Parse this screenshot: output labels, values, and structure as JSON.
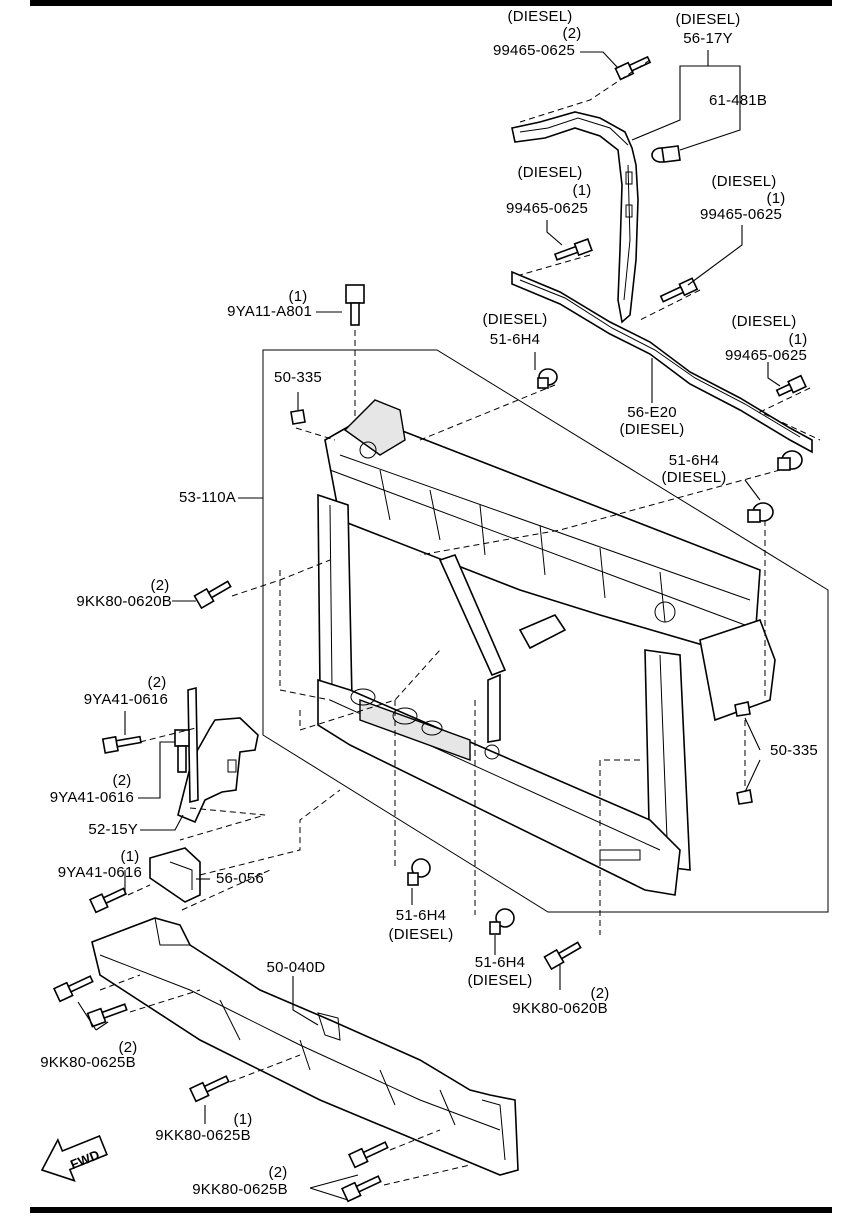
{
  "diagram": {
    "labels": {
      "diesel_2_top": "(DIESEL)",
      "qty2_top": "(2)",
      "pn_99465_top": "99465-0625",
      "diesel_5617": "(DIESEL)",
      "pn_5617y": "56-17Y",
      "pn_61481b": "61-481B",
      "diesel_mid_left": "(DIESEL)",
      "qty1_mid_left": "(1)",
      "pn_99465_mid_left": "99465-0625",
      "diesel_mid_right": "(DIESEL)",
      "qty1_mid_right": "(1)",
      "pn_99465_mid_right": "99465-0625",
      "qty1_9ya11": "(1)",
      "pn_9ya11": "9YA11-A801",
      "diesel_516h4_top": "(DIESEL)",
      "pn_516h4_top": "51-6H4",
      "diesel_right_bolt": "(DIESEL)",
      "qty1_right_bolt": "(1)",
      "pn_99465_right_bolt": "99465-0625",
      "pn_50335_left": "50-335",
      "pn_56e20": "56-E20",
      "diesel_56e20": "(DIESEL)",
      "pn_516h4_right": "51-6H4",
      "diesel_516h4_right": "(DIESEL)",
      "pn_53110a": "53-110A",
      "qty2_9kk80_left": "(2)",
      "pn_9kk80_0620b_left": "9KK80-0620B",
      "qty2_9ya41_top": "(2)",
      "pn_9ya41_top": "9YA41-0616",
      "pn_50335_right": "50-335",
      "qty2_9ya41_mid": "(2)",
      "pn_9ya41_mid": "9YA41-0616",
      "pn_5215y": "52-15Y",
      "qty1_9ya41_low": "(1)",
      "pn_9ya41_low": "9YA41-0616",
      "pn_56056": "56-056",
      "pn_516h4_bottom1": "51-6H4",
      "diesel_516h4_bottom1": "(DIESEL)",
      "pn_516h4_bottom2": "51-6H4",
      "diesel_516h4_bottom2": "(DIESEL)",
      "qty2_9kk80_right": "(2)",
      "pn_9kk80_0620b_right": "9KK80-0620B",
      "pn_50040d": "50-040D",
      "qty2_9kk80_0625_left": "(2)",
      "pn_9kk80_0625_left": "9KK80-0625B",
      "qty1_9kk80_0625_mid": "(1)",
      "pn_9kk80_0625_mid": "9KK80-0625B",
      "qty2_9kk80_0625_bottom": "(2)",
      "pn_9kk80_0625_bottom": "9KK80-0625B",
      "fwd": "FWD"
    }
  }
}
